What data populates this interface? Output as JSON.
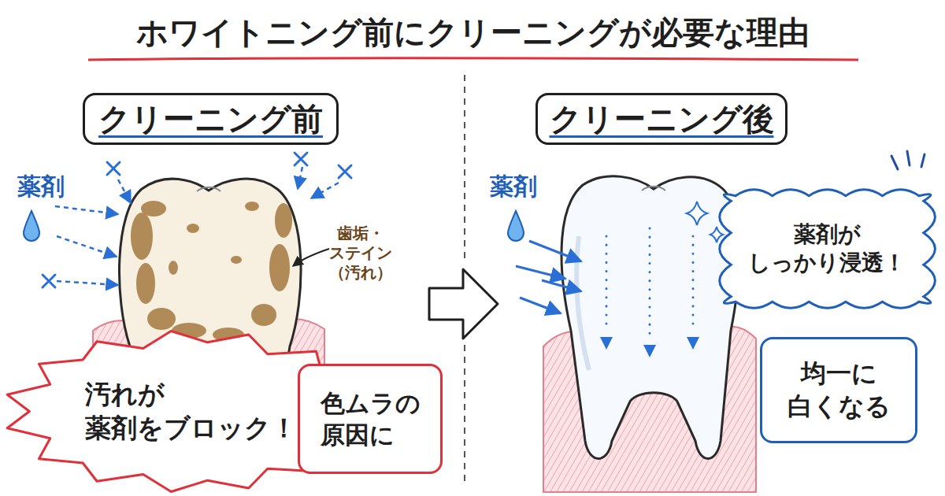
{
  "diagram": {
    "title": "ホワイトニング前にクリーニングが必要な理由",
    "nodes": [
      {
        "text": [
          "クリーニング前"
        ]
      },
      {
        "text": [
          "汚れが 薬剤をブロック！"
        ]
      },
      {
        "text": [
          "色ムラの 原因に"
        ]
      },
      {
        "text": [
          "クリーニング後"
        ]
      },
      {
        "text": [
          "薬剤が しっかり浸透！"
        ]
      },
      {
        "text": [
          "均一に 白くなる"
        ]
      }
    ],
    "labels": [
      "薬剤",
      "歯垢・ステイン （汚れ）",
      "薬剤"
    ]
  }
}
